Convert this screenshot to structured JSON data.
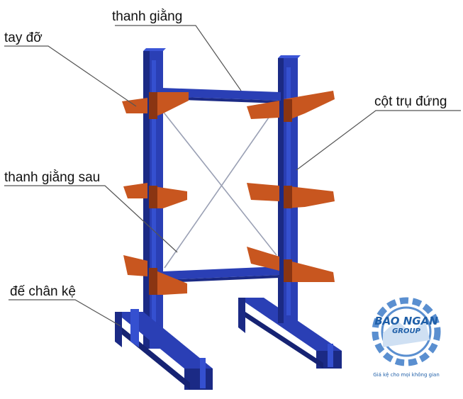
{
  "labels": {
    "tay_do": "tay đỡ",
    "thanh_giang": "thanh giằng",
    "cot_tru_dung": "cột trụ đứng",
    "thanh_giang_sau": "thanh giằng sau",
    "de_chan_ke": "đế chân kệ"
  },
  "logo": {
    "name_line1": "BAO NGAN",
    "name_line2": "GROUP",
    "slogan": "Giá kệ cho mọi không gian"
  },
  "colors": {
    "column": "#2a3fb5",
    "column_dark": "#1b2a85",
    "arm": "#c8561f",
    "arm_dark": "#8a3512",
    "leader": "#555555",
    "logo_blue": "#1f5fa8"
  }
}
